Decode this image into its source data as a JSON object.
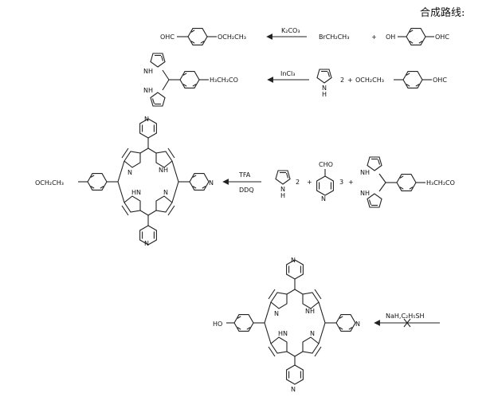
{
  "title": "合成路线:",
  "labels": {
    "ohc": "OHC",
    "oh": "OH",
    "ho": "HO",
    "ococh3": "OCH₂CH₃",
    "brch2ch3": "BrCH₂CH₃",
    "h3ch2co": "H₃CH₂CO",
    "nh": "NH",
    "hn": "HN",
    "n": "N",
    "h": "H",
    "cho": "CHO",
    "plus": "+",
    "two": "2",
    "three": "3"
  },
  "reagents": {
    "step1": "K₂CO₃",
    "step2": "InCl₃",
    "step3_top": "TFA",
    "step3_bottom": "DDQ",
    "step4": "NaH,C₂H₅SH"
  }
}
